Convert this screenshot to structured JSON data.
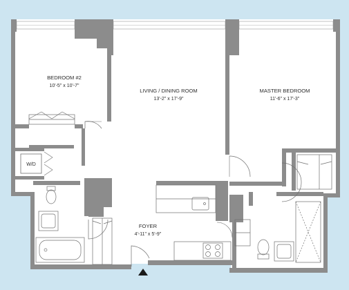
{
  "rooms": {
    "bedroom2": {
      "name": "BEDROOM #2",
      "dims": "10'-5\" x 10'-7\""
    },
    "living": {
      "name": "LIVING / DINING ROOM",
      "dims": "13'-2\" x 17'-9\""
    },
    "master": {
      "name": "MASTER BEDROOM",
      "dims": "11'-6\" x 17'-3\""
    },
    "foyer": {
      "name": "FOYER",
      "dims": "4'-11\" x 5'-9\""
    }
  },
  "laundry": {
    "label": "W/D"
  },
  "colors": {
    "background": "#cde5f1",
    "floor": "#ffffff",
    "wall": "#8c8c8c",
    "line": "#707070"
  }
}
